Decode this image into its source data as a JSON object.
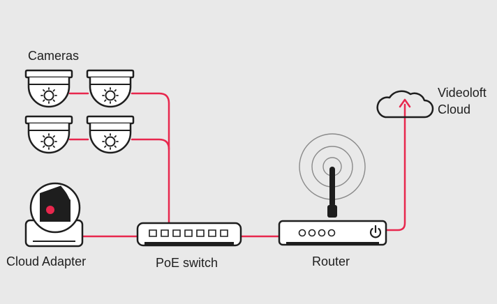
{
  "labels": {
    "cameras": "Cameras",
    "cloud_adapter": "Cloud Adapter",
    "poe_switch": "PoE switch",
    "router": "Router",
    "cloud_line1": "Videoloft",
    "cloud_line2": "Cloud"
  },
  "colors": {
    "background": "#e9e9e9",
    "link": "#e8274d",
    "device_outline": "#1e1e1e",
    "device_fill": "#ffffff",
    "adapter_face": "#1e1e1e",
    "adapter_dot": "#e8274d"
  },
  "icons": {
    "camera": "dome-camera-icon",
    "adapter": "cloud-adapter-icon",
    "switch": "network-switch-icon",
    "router": "wifi-router-icon",
    "power": "power-icon",
    "cloud": "cloud-icon",
    "arrow": "arrow-up-icon"
  }
}
